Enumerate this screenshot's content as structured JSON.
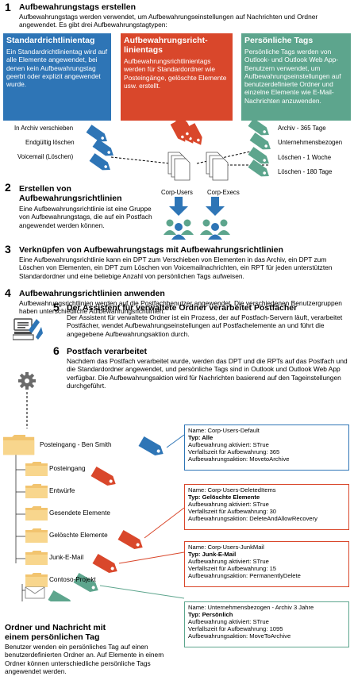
{
  "section1": {
    "number": "1",
    "title": "Aufbewahrungstags erstellen",
    "text": "Aufbewahrungstags werden verwendet, um Aufbewahrungseinstellungen auf Nachrichten und Ordner angewendet. Es gibt drei Aufbewahrungstagtypen:"
  },
  "boxes": [
    {
      "title": "Standardrichtlinientag",
      "text": "Ein Standardrichtlinientag wird auf alle Elemente angewendet, bei denen kein Aufbewahrungstag geerbt oder explizit angewendet wurde.",
      "color": "#2E75B6"
    },
    {
      "title": "Aufbewahrungsricht-linientags",
      "text": "Aufbewahrungsrichtlinientags werden für Standardordner wie Posteingänge, gelöschte Elemente usw. erstellt.",
      "color": "#D9472B"
    },
    {
      "title": "Persönliche Tags",
      "text": "Persönliche Tags werden von Outlook- und Outlook Web App-Benutzern verwendet, um Aufbewahrungseinstellungen auf benutzerdefinierte Ordner und einzelne Elemente wie E-Mail-Nachrichten anzuwenden.",
      "color": "#5DA58D"
    }
  ],
  "left_tags": [
    "In Archiv verschieben",
    "Endgültig löschen",
    "Voicemail (Löschen)"
  ],
  "right_tags": [
    "Archiv - 365 Tage",
    "Unternehmensbezogen",
    "Löschen - 1 Woche",
    "Löschen - 180 Tage"
  ],
  "policies": [
    "Corp-Users",
    "Corp-Execs"
  ],
  "section2": {
    "number": "2",
    "title": "Erstellen von Aufbewahrungsrichtlinien",
    "text": "Eine Aufbewahrungsrichtlinie ist eine Gruppe von Aufbewahrungstags, die auf ein Postfach angewendet werden können."
  },
  "section3": {
    "number": "3",
    "title": "Verknüpfen von Aufbewahrungstags mit Aufbewahrungsrichtlinien",
    "text": "Eine Aufbewahrungsrichtlinie kann ein DPT zum Verschieben von Elementen in das Archiv, ein DPT zum Löschen von Elementen, ein DPT zum Löschen von Voicemailnachrichten, ein RPT für jeden unterstützten Standardordner und eine beliebige Anzahl von persönlichen Tags aufweisen."
  },
  "section4": {
    "number": "4",
    "title": "Aufbewahrungsrichtlinien anwenden",
    "text": "Aufbewahrungsrichtlinien werden auf die Postfachbenutzer angewendet. Die verschiedenen Benutzergruppen haben unterschiedliche Aufbewahrungsrichtlinien."
  },
  "section5": {
    "number": "5",
    "title": "Der Assistent für verwaltete Ordner verarbeitet Postfächer",
    "text": "Der Assistent für verwaltete Ordner ist ein Prozess, der auf Postfach-Servern läuft, verarbeitet Postfächer, wendet Aufbewahrungseinstellungen auf Postfachelemente an und führt die angegebene Aufbewahrungsaktion durch."
  },
  "section6": {
    "number": "6",
    "title": "Postfach verarbeitet",
    "text": "Nachdem das Postfach verarbeitet wurde, werden das DPT und die RPTs auf das Postfach und die Standardordner angewendet, und persönliche Tags sind in Outlook und Outlook Web App verfügbar. Die Aufbewahrungsaktion wird für Nachrichten basierend auf den Tageinstellungen durchgeführt."
  },
  "folders": [
    "Posteingang - Ben Smith",
    "Posteingang",
    "Entwürfe",
    "Gesendete Elemente",
    "Gelöschte Elemente",
    "Junk-E-Mail",
    "Contoso-Projekt"
  ],
  "info_cards": [
    {
      "name": "Name: Corp-Users-Default",
      "type": "Typ: Alle",
      "enabled": "Aufbewahrung aktiviert: STrue",
      "period": "Verfallszeit für Aufbewahrung: 365",
      "action": "Aufbewahrungsaktion: MovetoArchive",
      "color": "#2E75B6"
    },
    {
      "name": "Name: Corp-Users-DeletedItems",
      "type": "Typ: Gelöschte Elemente",
      "enabled": "Aufbewahrung aktiviert: STrue",
      "period": "Verfallszeit für Aufbewahrung: 30",
      "action": "Aufbewahrungsaktion: DeleteAndAllowRecovery",
      "color": "#D9472B"
    },
    {
      "name": "Name: Corp-Users-JunkMail",
      "type": "Typ: Junk-E-Mail",
      "enabled": "Aufbewahrung aktiviert: STrue",
      "period": "Verfallszeit für Aufbewahrung: 15",
      "action": "Aufbewahrungsaktion: PermanentlyDelete",
      "color": "#D9472B"
    },
    {
      "name": "Name: Unternehmensbezogen - Archiv 3 Jahre",
      "type": "Typ: Persönlich",
      "enabled": "Aufbewahrung aktiviert: STrue",
      "period": "Verfallszeit für Aufbewahrung: 1095",
      "action": "Aufbewahrungsaktion: MoveToArchive",
      "color": "#5DA58D"
    }
  ],
  "footer": {
    "title": "Ordner und Nachricht mit einem persönlichen Tag",
    "text": "Benutzer wenden ein persönliches Tag auf einen benutzerdefinierten Ordner an. Auf Elemente in einem Ordner können unterschiedliche persönliche Tags angewendet werden."
  },
  "icons": [
    "tag-icon",
    "document-icon",
    "arrow-down-icon",
    "users-icon",
    "admin-computer-icon",
    "gear-icon",
    "folder-icon",
    "envelope-icon"
  ]
}
